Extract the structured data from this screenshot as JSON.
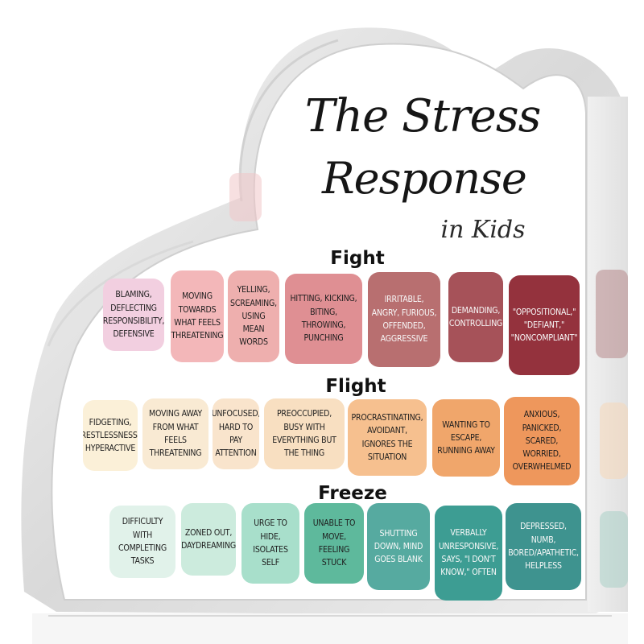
{
  "title": {
    "line1": "The Stress",
    "line2": "Response",
    "subtitle": "in Kids"
  },
  "sections": [
    {
      "name": "Fight",
      "items": [
        {
          "text": "Blaming, deflecting responsibility, defensive",
          "color": "#f2cfe0"
        },
        {
          "text": "Moving towards what feels threatening",
          "color": "#f3b7b9"
        },
        {
          "text": "Yelling, screaming, using mean words",
          "color": "#eeafae"
        },
        {
          "text": "Hitting, kicking, biting, throwing, punching",
          "color": "#df8f93"
        },
        {
          "text": "Irritable, angry, furious, offended, aggressive",
          "color": "#b86f70"
        },
        {
          "text": "Demanding, controlling",
          "color": "#a65259"
        },
        {
          "text": "\"Oppositional,\" \"defiant,\" \"noncompliant\"",
          "color": "#94323d"
        }
      ]
    },
    {
      "name": "Flight",
      "items": [
        {
          "text": "Fidgeting, restlessness, hyperactive",
          "color": "#fbf0d8"
        },
        {
          "text": "Moving away from what feels threatening",
          "color": "#f9ead3"
        },
        {
          "text": "Unfocused, hard to pay attention",
          "color": "#f9e4cc"
        },
        {
          "text": "Preoccupied, busy with everything but the thing",
          "color": "#f8dfc1"
        },
        {
          "text": "Procrastinating, avoidant, ignores the situation",
          "color": "#f6c08f"
        },
        {
          "text": "Wanting to escape, running away",
          "color": "#f0a66b"
        },
        {
          "text": "Anxious, panicked, scared, worried, overwhelmed",
          "color": "#ee975c"
        }
      ]
    },
    {
      "name": "Freeze",
      "items": [
        {
          "text": "Difficulty with completing tasks",
          "color": "#e1f2ea"
        },
        {
          "text": "Zoned out, daydreaming",
          "color": "#ccebdd"
        },
        {
          "text": "Urge to hide, isolates self",
          "color": "#a8dfcb"
        },
        {
          "text": "Unable to move, feeling stuck",
          "color": "#5eb99c"
        },
        {
          "text": "Shutting down, mind goes blank",
          "color": "#56aaa0"
        },
        {
          "text": "Verbally unresponsive, says, \"I don't know,\" often",
          "color": "#3d9d93"
        },
        {
          "text": "Depressed, numb, bored/apathetic, helpless",
          "color": "#3e938f"
        }
      ]
    }
  ]
}
